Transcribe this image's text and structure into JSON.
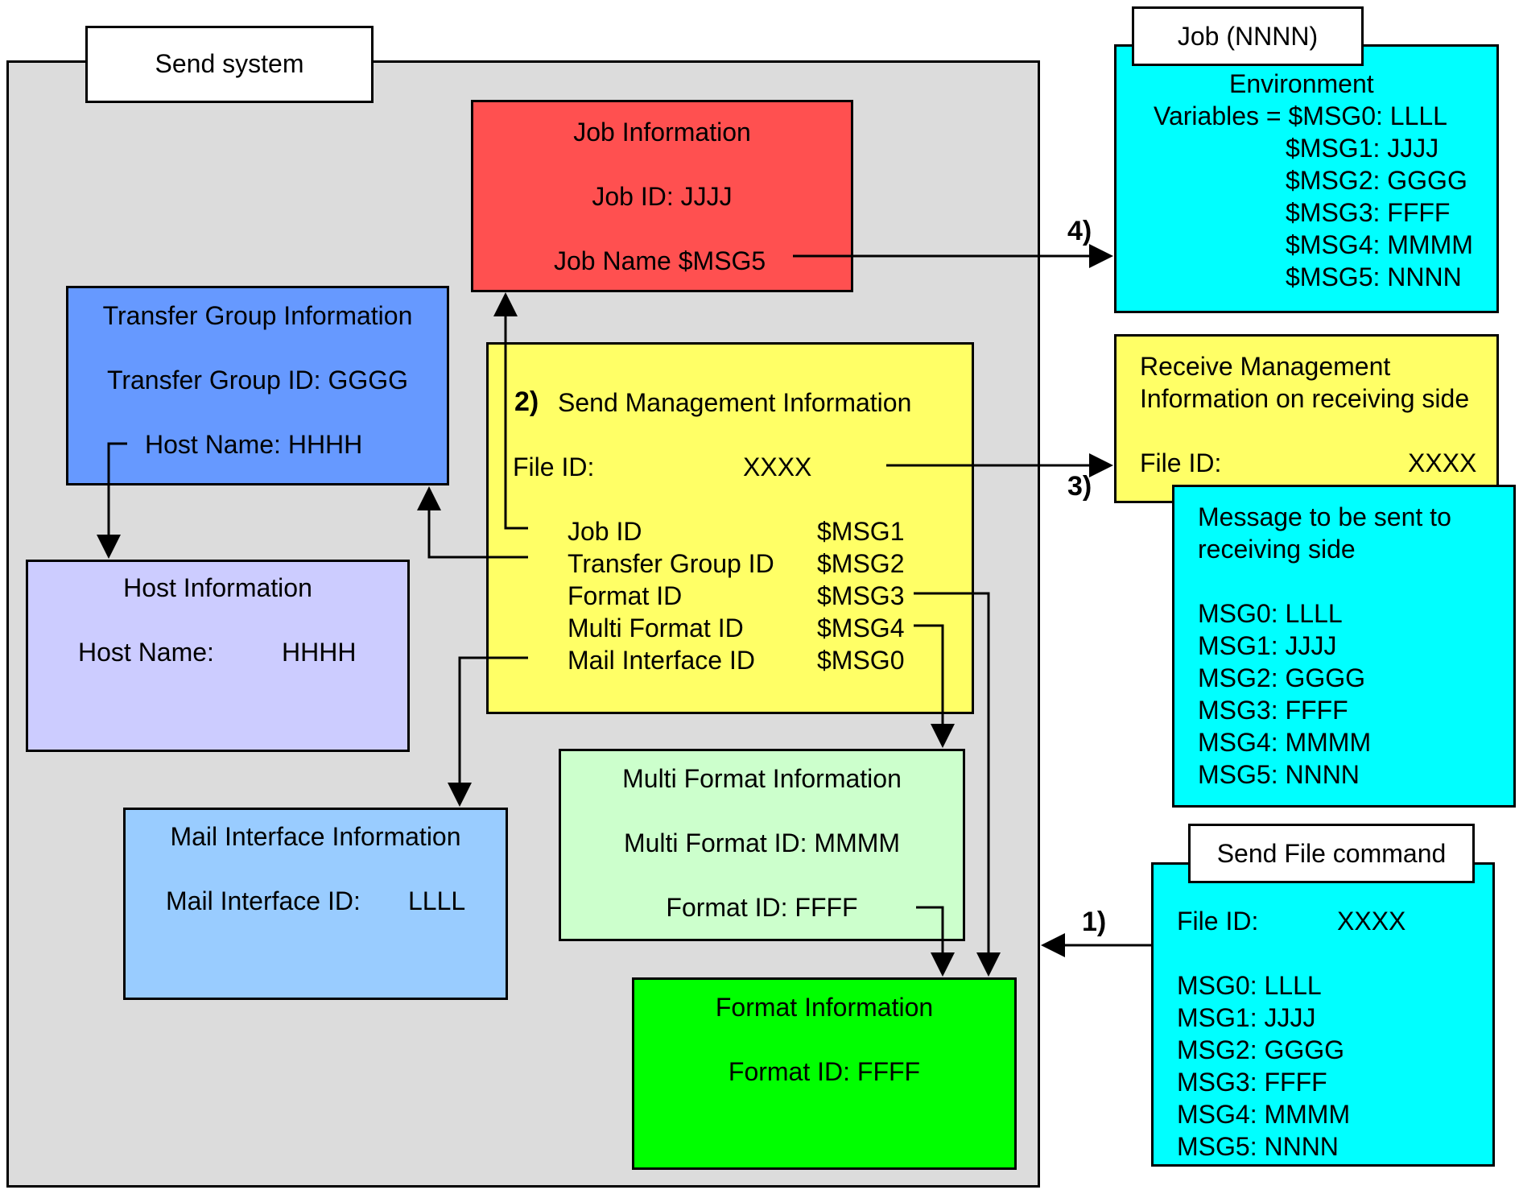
{
  "colors": {
    "send_system_bg": "#dcdcdc",
    "job_info": "#ff5050",
    "transfer_group": "#6699ff",
    "host_info": "#ccccff",
    "mail_interface": "#99ccff",
    "send_management": "#ffff66",
    "multi_format": "#ccffcc",
    "format_info": "#00ff00",
    "cyan": "#00ffff",
    "receive_management": "#ffff66"
  },
  "send_system": {
    "title": "Send system"
  },
  "job_info": {
    "title": "Job Information",
    "job_id": "Job ID: JJJJ",
    "job_name": "Job Name $MSG5"
  },
  "transfer_group": {
    "title": "Transfer Group Information",
    "id": "Transfer Group ID: GGGG",
    "host": "Host Name: HHHH"
  },
  "host_info": {
    "title": "Host Information",
    "host_label": "Host Name:",
    "host_value": "HHHH"
  },
  "mail_interface": {
    "title": "Mail Interface Information",
    "id_label": "Mail Interface ID:",
    "id_value": "LLLL"
  },
  "send_management": {
    "step": "2)",
    "title": "Send Management Information",
    "file_label": "File ID:",
    "file_value": "XXXX",
    "rows": [
      {
        "label": "Job ID",
        "value": "$MSG1"
      },
      {
        "label": "Transfer Group ID",
        "value": "$MSG2"
      },
      {
        "label": "Format ID",
        "value": "$MSG3"
      },
      {
        "label": "Multi Format ID",
        "value": "$MSG4"
      },
      {
        "label": "Mail Interface ID",
        "value": "$MSG0"
      }
    ]
  },
  "multi_format": {
    "title": "Multi Format Information",
    "id": "Multi Format ID: MMMM",
    "format": "Format ID: FFFF"
  },
  "format_info": {
    "title": "Format Information",
    "id": "Format ID: FFFF"
  },
  "job_nnnn": {
    "tab": "Job (NNNN)",
    "env_line1": "Environment",
    "env_line2": "Variables = $MSG0: LLLL",
    "vars": [
      "$MSG1: JJJJ",
      "$MSG2: GGGG",
      "$MSG3: FFFF",
      "$MSG4: MMMM",
      "$MSG5: NNNN"
    ]
  },
  "receive_management": {
    "line1": "Receive Management",
    "line2": "Information on receiving side",
    "file_label": "File ID:",
    "file_value": "XXXX"
  },
  "message_box": {
    "line1": "Message to be sent to",
    "line2": "receiving side",
    "msgs": [
      "MSG0: LLLL",
      "MSG1: JJJJ",
      "MSG2: GGGG",
      "MSG3: FFFF",
      "MSG4: MMMM",
      "MSG5: NNNN"
    ]
  },
  "send_file": {
    "tab": "Send File command",
    "file_label": "File ID:",
    "file_value": "XXXX",
    "msgs": [
      "MSG0: LLLL",
      "MSG1: JJJJ",
      "MSG2: GGGG",
      "MSG3: FFFF",
      "MSG4: MMMM",
      "MSG5: NNNN"
    ]
  },
  "steps": {
    "s1": "1)",
    "s3": "3)",
    "s4": "4)"
  }
}
